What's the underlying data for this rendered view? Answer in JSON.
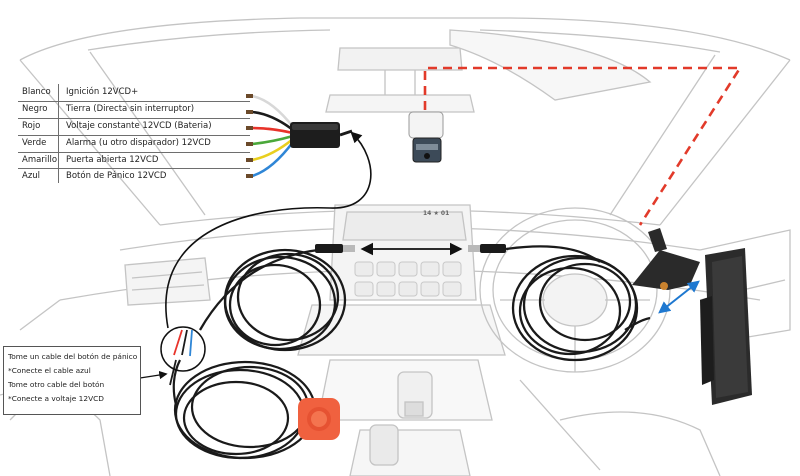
{
  "wire_legend": [
    {
      "color": "Blanco",
      "function": "Ignición 12VCD+",
      "hex": "#e8e8e8"
    },
    {
      "color": "Negro",
      "function": "Tierra (Directa sin interruptor)",
      "hex": "#1b1b1b"
    },
    {
      "color": "Rojo",
      "function": "Voltaje constante 12VCD (Bateria)",
      "hex": "#e8332a"
    },
    {
      "color": "Verde",
      "function": "Alarma (u otro disparador) 12VCD",
      "hex": "#4aa83a"
    },
    {
      "color": "Amarillo",
      "function": "Puerta abierta 12VCD",
      "hex": "#e9cf1f"
    },
    {
      "color": "Azul",
      "function": "Botón de Pánico 12VCD",
      "hex": "#2f86d6"
    }
  ],
  "panic_note": [
    "Tome un cable del botón de pánico",
    " *Conecte el cable azul",
    "Tome otro cable del botón",
    " *Conecte a voltaje 12VCD"
  ],
  "dashboard_screen_label": "14 ★ 01",
  "colors": {
    "dashed_route": "#e23a2a",
    "panic_button": "#f0613f",
    "mount_arrow": "#1e78d0",
    "car_outline": "#c4c4c4",
    "cable": "#1a1a1a"
  },
  "icons": [
    "dashcam-camera-icon",
    "relay-box-icon",
    "panic-button-icon",
    "monitor-display-icon"
  ]
}
